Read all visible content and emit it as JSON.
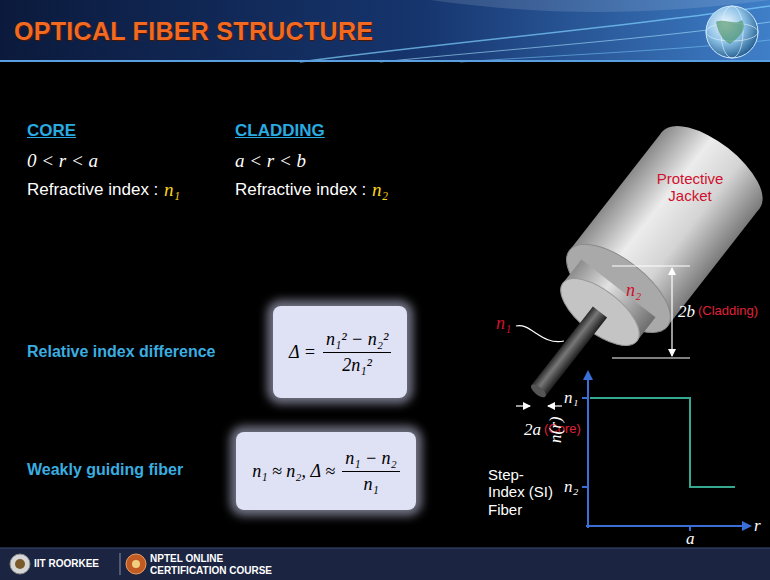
{
  "diagram": {
    "title": "OPTICAL FIBER STRUCTURE",
    "nodes": [
      {
        "text": [
          "Δ =",
          "n₁² − n₂²",
          "2n₁²"
        ]
      },
      {
        "text": [
          "n₁ ≈ n₂, Δ ≈",
          "n₁ − n₂",
          "n₁"
        ]
      }
    ],
    "labels": [
      "CORE",
      "0 < r < a",
      "Refractive index :",
      "n₁",
      "CLADDING",
      "a < r < b",
      "Refractive index :",
      "n₂",
      "Relative index difference",
      "Weakly guiding fiber",
      "Protective Jacket",
      "n₁",
      "n₂",
      "2b",
      "(Cladding)",
      "2a",
      "(Core)",
      "Step-Index (SI) Fiber",
      "n(r)",
      "n₁",
      "n₂",
      "a",
      "r",
      "IIT ROORKEE",
      "NPTEL ONLINE CERTIFICATION COURSE"
    ]
  }
}
